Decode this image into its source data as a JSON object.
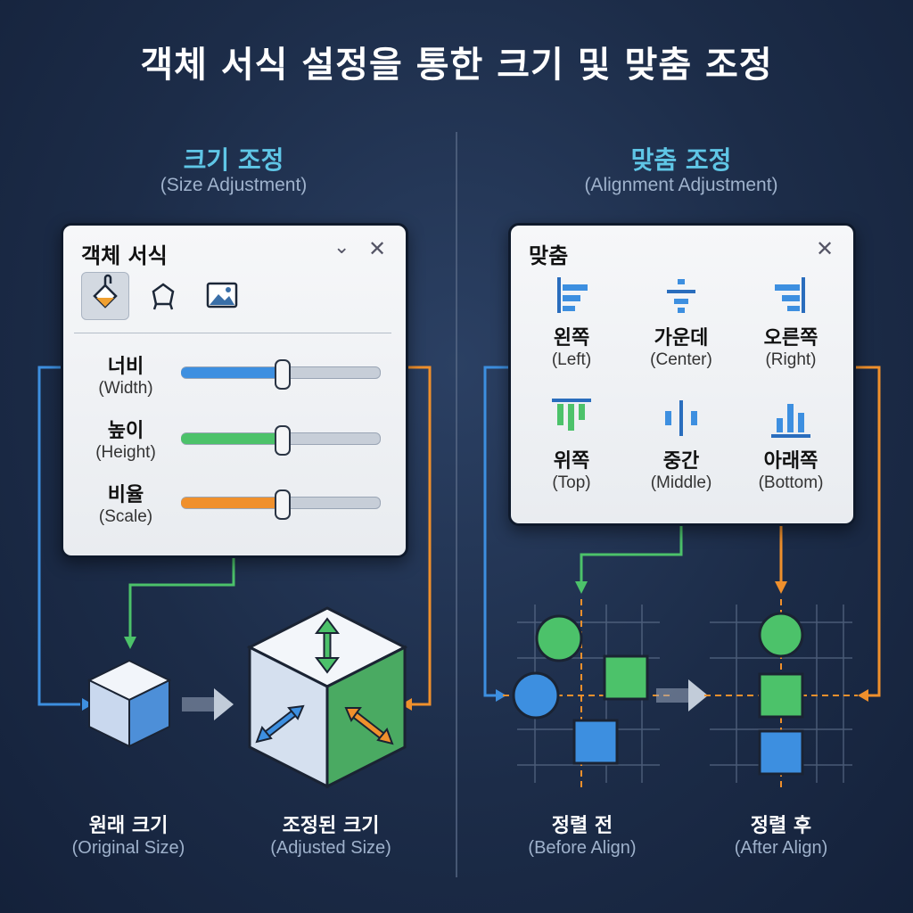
{
  "title": "객체 서식 설정을 통한 크기 및 맞춤 조정",
  "size_section": {
    "title": "크기 조정",
    "subtitle": "(Size Adjustment)",
    "panel_title": "객체 서식",
    "icons": [
      "fill-bucket-icon",
      "pentagon-shape-icon",
      "image-icon"
    ],
    "sliders": [
      {
        "ko": "너비",
        "en": "(Width)",
        "value": 0.5,
        "color": "#3d8fe0"
      },
      {
        "ko": "높이",
        "en": "(Height)",
        "value": 0.5,
        "color": "#4cc26a"
      },
      {
        "ko": "비율",
        "en": "(Scale)",
        "value": 0.5,
        "color": "#f0902c"
      }
    ],
    "original_ko": "원래 크기",
    "original_en": "(Original Size)",
    "adjusted_ko": "조정된 크기",
    "adjusted_en": "(Adjusted Size)"
  },
  "align_section": {
    "title": "맞춤 조정",
    "subtitle": "(Alignment Adjustment)",
    "panel_title": "맞춤",
    "options": [
      {
        "ko": "왼쪽",
        "en": "(Left)",
        "icon": "align-left-icon"
      },
      {
        "ko": "가운데",
        "en": "(Center)",
        "icon": "align-center-icon"
      },
      {
        "ko": "오른쪽",
        "en": "(Right)",
        "icon": "align-right-icon"
      },
      {
        "ko": "위쪽",
        "en": "(Top)",
        "icon": "align-top-icon"
      },
      {
        "ko": "중간",
        "en": "(Middle)",
        "icon": "align-middle-icon"
      },
      {
        "ko": "아래쪽",
        "en": "(Bottom)",
        "icon": "align-bottom-icon"
      }
    ],
    "before_ko": "정렬 전",
    "before_en": "(Before Align)",
    "after_ko": "정렬 후",
    "after_en": "(After Align)"
  },
  "colors": {
    "blue": "#3d8fe0",
    "green": "#4cc26a",
    "orange": "#f0902c",
    "accent": "#5fc6e6"
  }
}
